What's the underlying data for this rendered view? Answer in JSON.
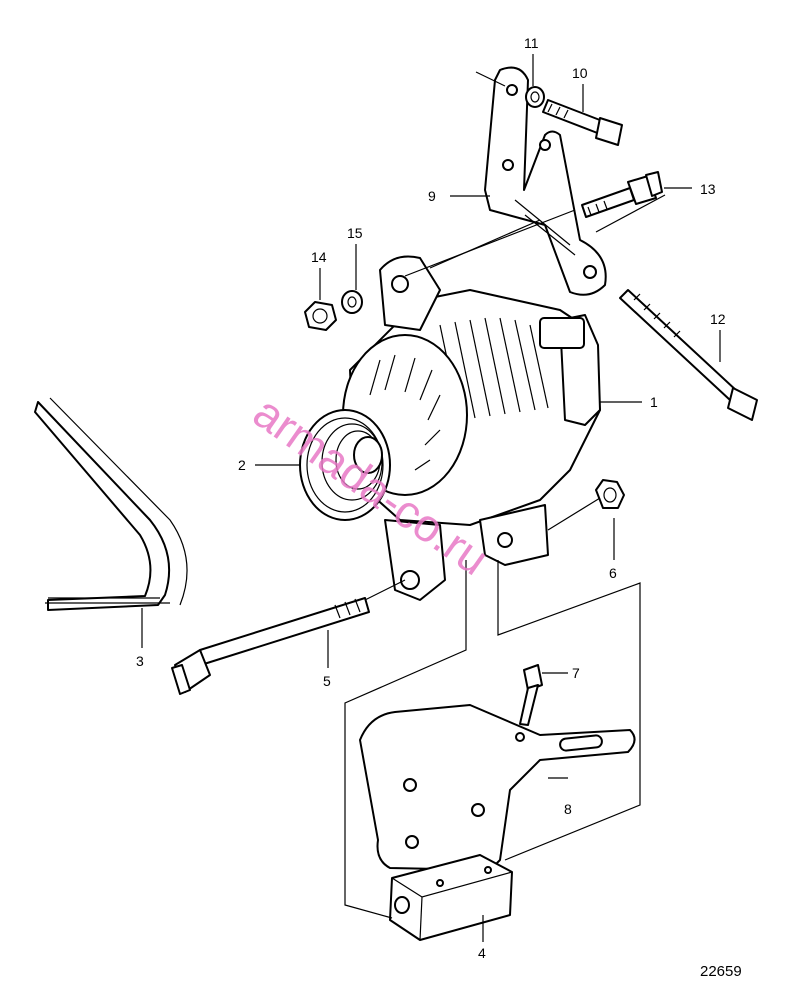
{
  "callouts": {
    "c1": "1",
    "c2": "2",
    "c3": "3",
    "c4": "4",
    "c5": "5",
    "c6": "6",
    "c7": "7",
    "c8": "8",
    "c9": "9",
    "c10": "10",
    "c11": "11",
    "c12": "12",
    "c13": "13",
    "c14": "14",
    "c15": "15"
  },
  "figure_ref": "22659",
  "watermark": "armada-co.ru",
  "colors": {
    "line": "#000000",
    "watermark": "#e879c6",
    "background": "#ffffff"
  }
}
